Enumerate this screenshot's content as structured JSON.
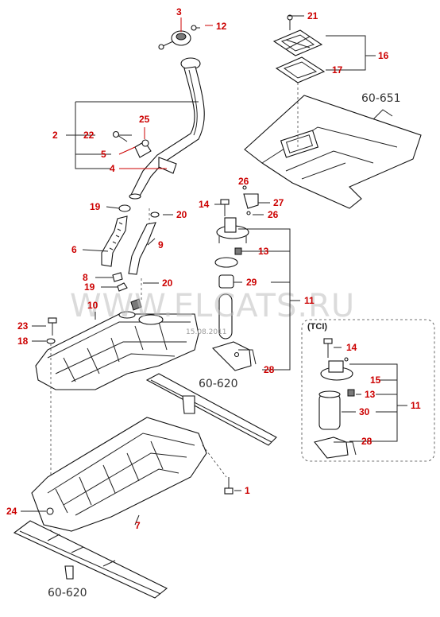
{
  "callouts": {
    "c1": "1",
    "c2": "2",
    "c3": "3",
    "c4": "4",
    "c5": "5",
    "c6": "6",
    "c7": "7",
    "c8": "8",
    "c9": "9",
    "c10": "10",
    "c11a": "11",
    "c11b": "11",
    "c12": "12",
    "c13a": "13",
    "c13b": "13",
    "c14a": "14",
    "c14b": "14",
    "c15": "15",
    "c16": "16",
    "c17": "17",
    "c18": "18",
    "c19a": "19",
    "c19b": "19",
    "c20a": "20",
    "c20b": "20",
    "c21": "21",
    "c22": "22",
    "c23": "23",
    "c24": "24",
    "c25": "25",
    "c26a": "26",
    "c26b": "26",
    "c27": "27",
    "c28a": "28",
    "c28b": "28",
    "c29": "29",
    "c30": "30"
  },
  "references": {
    "ref_60_651": "60-651",
    "ref_60_620_mid": "60-620",
    "ref_60_620_bottom": "60-620"
  },
  "tci_box_label": "(TCI)",
  "watermark": {
    "text": "WWW.ELCATS.RU",
    "date_stamp": "15.08.2011"
  },
  "colors": {
    "callout": "#cc0000",
    "line_art": "#222222",
    "background": "#ffffff"
  }
}
